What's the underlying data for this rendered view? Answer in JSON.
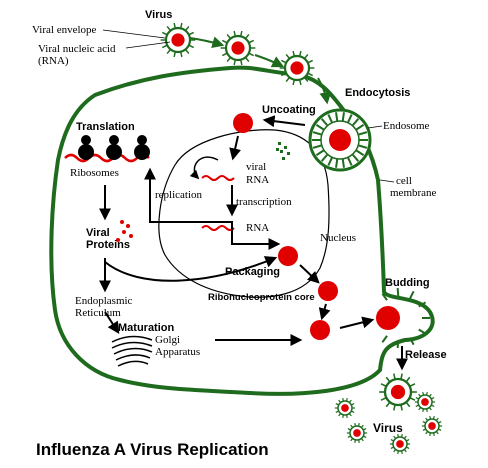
{
  "title": "Influenza A Virus Replication",
  "labels": {
    "virus_top": "Virus",
    "viral_envelope": "Viral envelope",
    "viral_nucleic_acid_line1": "Viral nucleic acid",
    "viral_nucleic_acid_line2": "(RNA)",
    "endocytosis": "Endocytosis",
    "uncoating": "Uncoating",
    "endosome": "Endosome",
    "cell_membrane_line1": "cell",
    "cell_membrane_line2": "membrane",
    "translation": "Translation",
    "ribosomes": "Ribosomes",
    "viral_rna_line1": "viral",
    "viral_rna_line2": "RNA",
    "replication": "replication",
    "transcription": "transcription",
    "rna": "RNA",
    "nucleus": "Nucleus",
    "viral_proteins_line1": "Viral",
    "viral_proteins_line2": "Proteins",
    "packaging": "Packaging",
    "rnp_core": "Ribonucleoprotein core",
    "er_line1": "Endoplasmic",
    "er_line2": "Reticulum",
    "maturation": "Maturation",
    "golgi_line1": "Golgi",
    "golgi_line2": "Apparatus",
    "budding": "Budding",
    "release": "Release",
    "virus_bottom": "Virus"
  },
  "colors": {
    "membrane": "#1e6b1e",
    "virion_core": "#e00000",
    "rna": "#e00000",
    "ink": "#000000"
  }
}
